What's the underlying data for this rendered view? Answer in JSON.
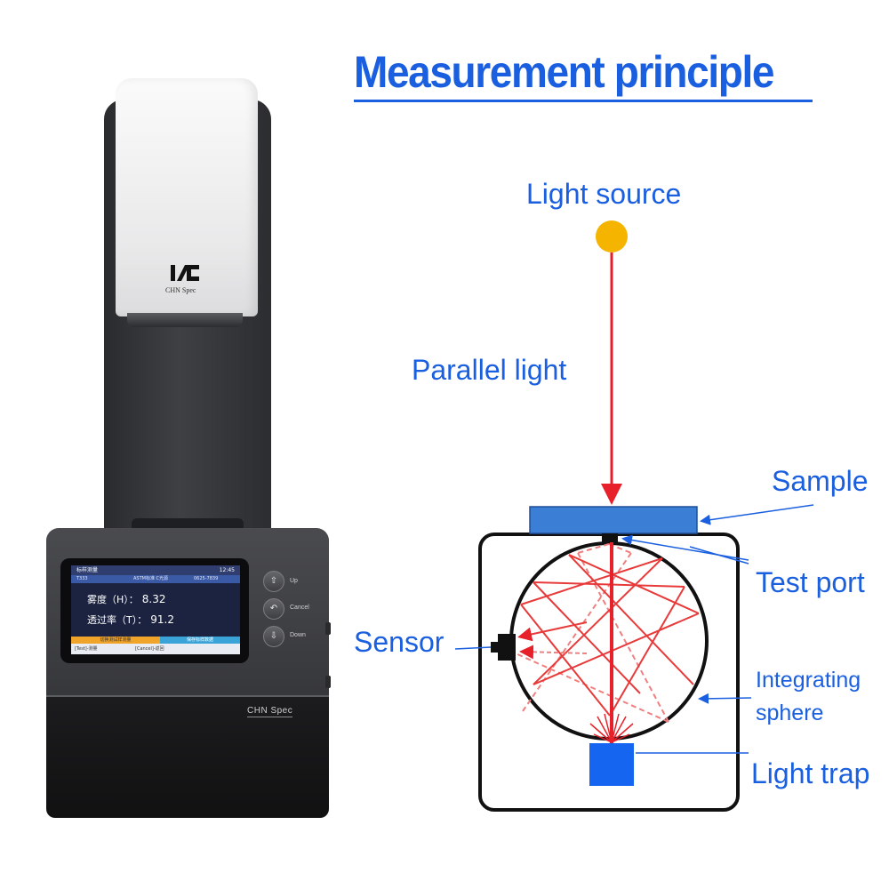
{
  "title": "Measurement principle",
  "labels": {
    "light_source": "Light source",
    "parallel_light": "Parallel light",
    "sample": "Sample",
    "test_port": "Test port",
    "sensor": "Sensor",
    "integrating": "Integrating",
    "sphere": "sphere",
    "light_trap": "Light trap"
  },
  "device": {
    "brand": "CHN Spec",
    "screen": {
      "title": "标样测量",
      "time": "12:45",
      "sub_left": "T333",
      "sub_mid": "ASTM标准 C光源",
      "sub_right": "0625-7839",
      "haze_label": "雾度（H）：",
      "haze_value": "8.32",
      "trans_label": "透过率（T）：",
      "trans_value": "91.2",
      "bar_left": "切换测试样测量",
      "bar_right": "保存标样数据",
      "foot_left": "[Test]-测量",
      "foot_right": "[Cancel]-返回"
    },
    "buttons": [
      {
        "label": "Up",
        "glyph": "⇧"
      },
      {
        "label": "Cancel",
        "glyph": "↶"
      },
      {
        "label": "Down",
        "glyph": "⇩"
      }
    ]
  },
  "colors": {
    "title_blue": "#1a5fe0",
    "beam_red": "#e8202a",
    "scatter_red": "#e83a3a",
    "sample_blue": "#3a7fd5",
    "trap_blue": "#1565f0",
    "source_yellow": "#f5b400"
  }
}
